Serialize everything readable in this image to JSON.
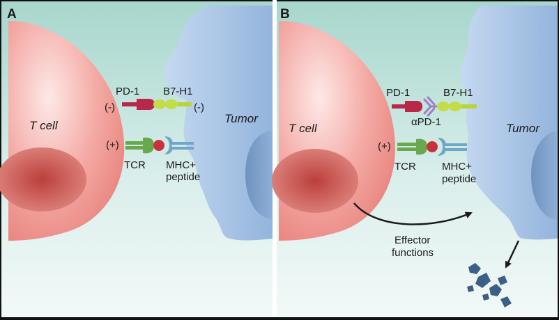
{
  "panels": [
    {
      "letter": "A",
      "t_cell": "T cell",
      "tumor": "Tumor",
      "pd1": "PD-1",
      "b7h1": "B7-H1",
      "neg_left": "(-)",
      "neg_right": "(-)",
      "pos": "(+)",
      "tcr": "TCR",
      "mhc_line1": "MHC+",
      "mhc_line2": "peptide"
    },
    {
      "letter": "B",
      "t_cell": "T cell",
      "tumor": "Tumor",
      "pd1": "PD-1",
      "b7h1": "B7-H1",
      "antibody": "αPD-1",
      "pos": "(+)",
      "tcr": "TCR",
      "mhc_line1": "MHC+",
      "mhc_line2": "peptide",
      "effector_line1": "Effector",
      "effector_line2": "functions"
    }
  ],
  "colors": {
    "t_cell": "#ef9a96",
    "t_cell_nucleus": "#c0504a",
    "tumor": "#a9c4e6",
    "tumor_nucleus": "#7f9fc6",
    "pd1": "#b8284a",
    "b7h1": "#b8d43a",
    "tcr": "#6aa84f",
    "mhc": "#6fa7c8",
    "peptide": "#c8323c",
    "antibody": "#9b7fc4",
    "debris": "#3b5f86"
  }
}
